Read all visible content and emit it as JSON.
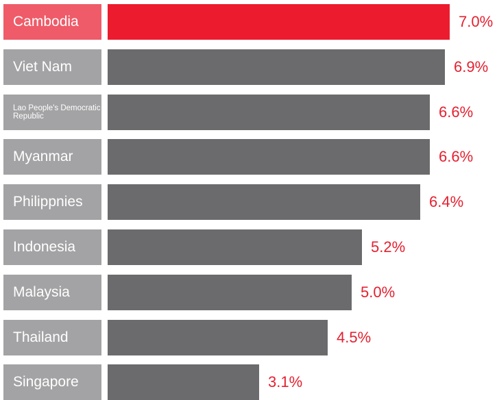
{
  "colors": {
    "highlight_bar": "#ec1c2e",
    "highlight_label_bg": "#ef5b68",
    "bar": "#6b6b6d",
    "label_bg": "#a3a3a5",
    "value_text": "#e4202f",
    "label_text": "#ffffff"
  },
  "chart_data": {
    "type": "bar",
    "orientation": "horizontal",
    "title": "",
    "xlabel": "",
    "ylabel": "",
    "xlim": [
      0,
      7.0
    ],
    "grid": false,
    "categories": [
      "Cambodia",
      "Viet Nam",
      "Lao People's Democratic Republic",
      "Myanmar",
      "Philippnies",
      "Indonesia",
      "Malaysia",
      "Thailand",
      "Singapore"
    ],
    "values": [
      7.0,
      6.9,
      6.6,
      6.6,
      6.4,
      5.2,
      5.0,
      4.5,
      3.1
    ],
    "value_labels": [
      "7.0%",
      "6.9%",
      "6.6%",
      "6.6%",
      "6.4%",
      "5.2%",
      "5.0%",
      "4.5%",
      "3.1%"
    ],
    "highlighted": [
      "Cambodia"
    ]
  }
}
